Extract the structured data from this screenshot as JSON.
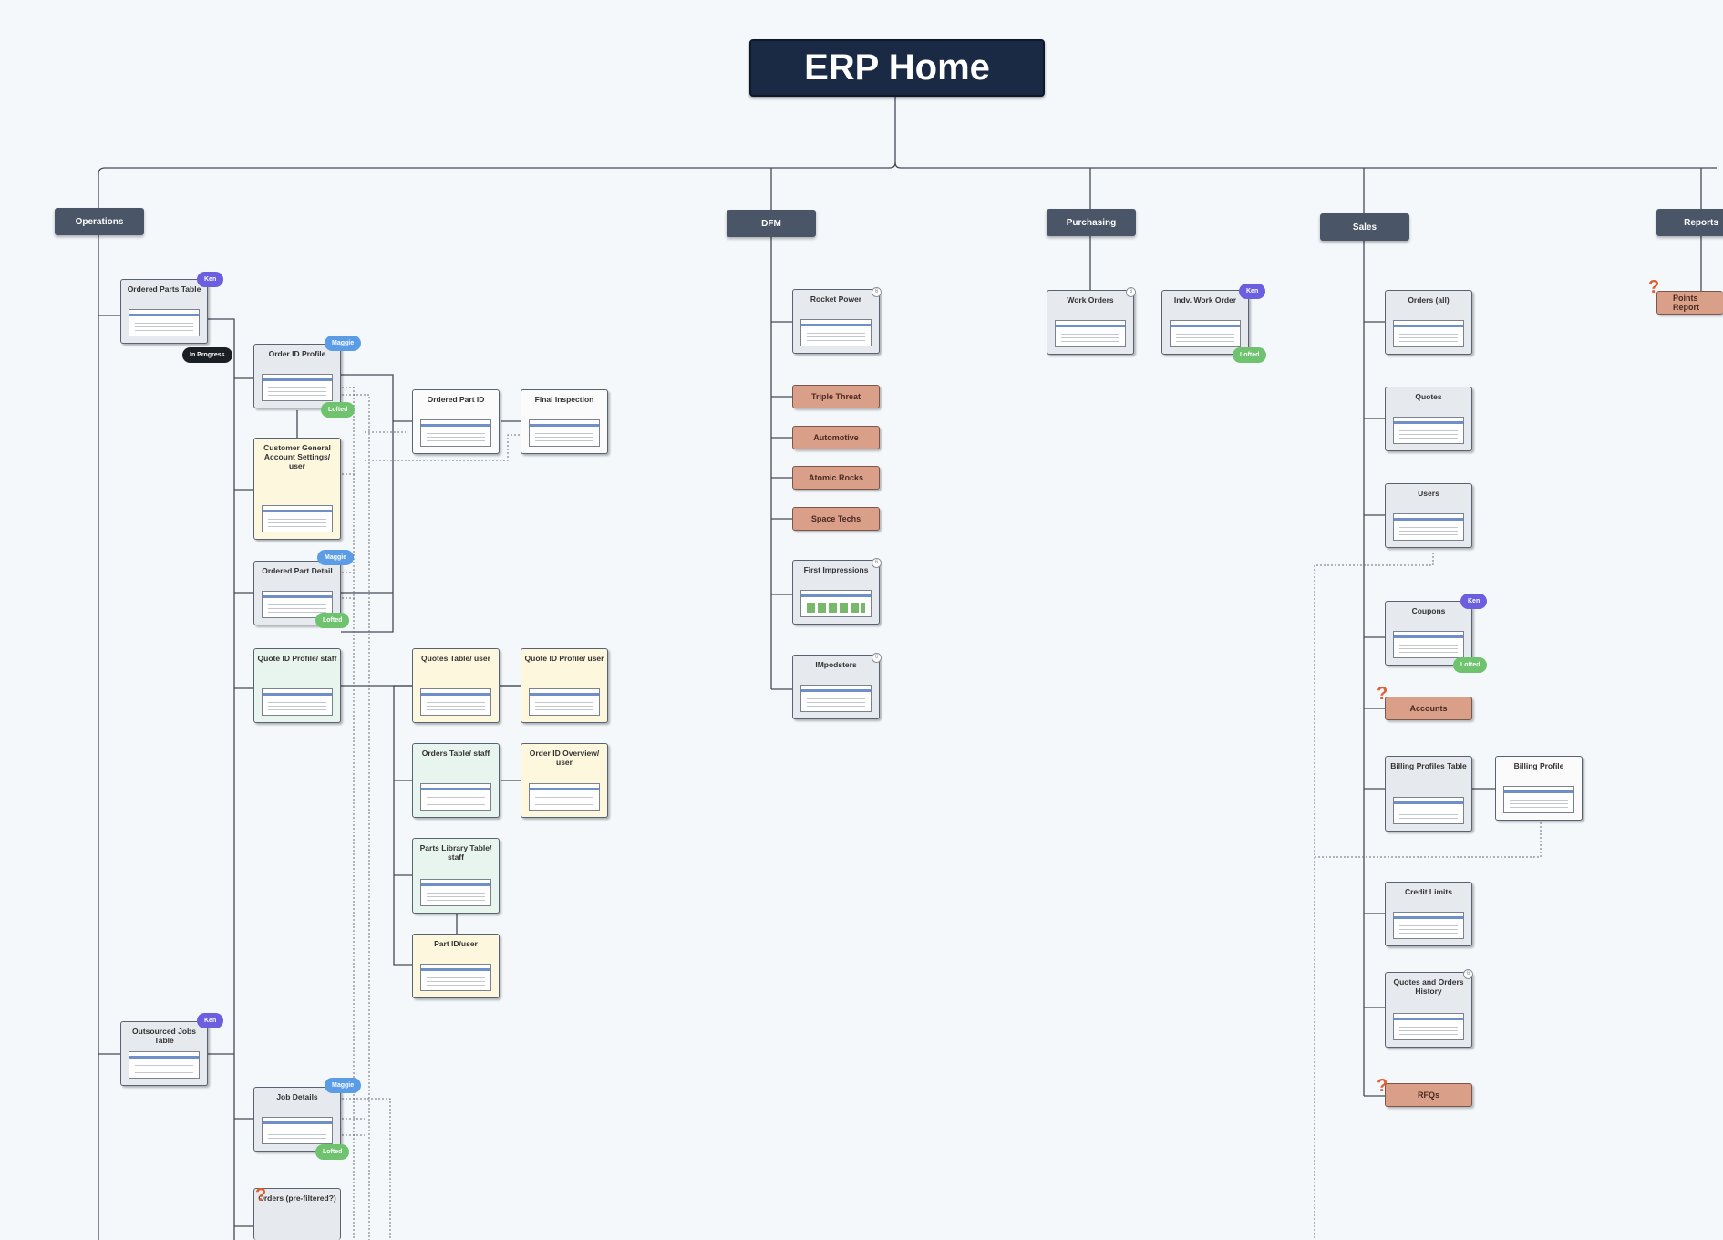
{
  "title": "ERP Home",
  "sections": {
    "operations": "Operations",
    "dfm": "DFM",
    "purchasing": "Purchasing",
    "sales": "Sales",
    "reports": "Reports"
  },
  "badges": {
    "ken": "Ken",
    "maggie": "Maggie",
    "lofted": "Lofted",
    "in_progress": "In Progress",
    "question": "?",
    "pending": "6"
  },
  "operations": {
    "ordered_parts_table": "Ordered Parts Table",
    "order_id_profile": "Order ID Profile",
    "customer_general": "Customer General Account Settings/ user",
    "ordered_part_detail": "Ordered Part Detail",
    "quote_id_profile_staff": "Quote ID Profile/ staff",
    "ordered_part_id": "Ordered Part ID",
    "final_inspection": "Final Inspection",
    "quotes_table_user": "Quotes Table/ user",
    "quote_id_profile_user": "Quote ID Profile/ user",
    "orders_table_staff": "Orders Table/ staff",
    "order_id_overview_user": "Order ID Overview/ user",
    "parts_library_table_staff": "Parts Library Table/ staff",
    "part_id_user": "Part ID/user",
    "outsourced_jobs_table": "Outsourced Jobs Table",
    "job_details": "Job Details",
    "orders_pre_filtered": "Orders (pre-filtered?)"
  },
  "dfm": {
    "rocket_power": "Rocket Power",
    "triple_threat": "Triple Threat",
    "automotive": "Automotive",
    "atomic_rocks": "Atomic Rocks",
    "space_techs": "Space Techs",
    "first_impressions": "First Impressions",
    "impodsters": "IMpodsters"
  },
  "purchasing": {
    "work_orders": "Work Orders",
    "indv_work_order": "Indv. Work Order"
  },
  "sales": {
    "orders_all": "Orders (all)",
    "quotes": "Quotes",
    "users": "Users",
    "coupons": "Coupons",
    "accounts": "Accounts",
    "billing_profiles_table": "Billing Profiles Table",
    "billing_profile": "Billing Profile",
    "credit_limits": "Credit Limits",
    "quotes_orders_history": "Quotes and Orders History",
    "rfqs": "RFQs"
  },
  "reports": {
    "points_report": "Points Report"
  }
}
